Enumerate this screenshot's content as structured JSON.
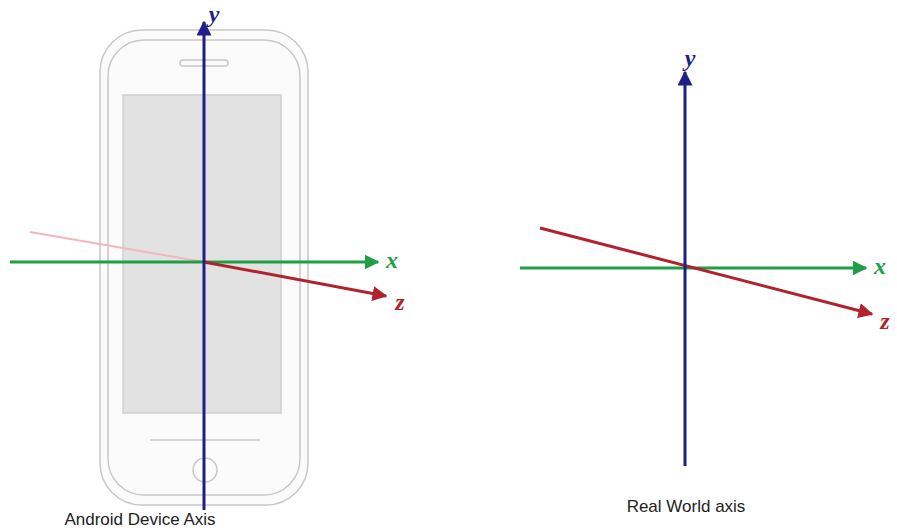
{
  "diagram": {
    "labels": [
      "y",
      "x",
      "z",
      "Android Device Axis",
      "y",
      "x",
      "z",
      "Real World axis"
    ]
  }
}
